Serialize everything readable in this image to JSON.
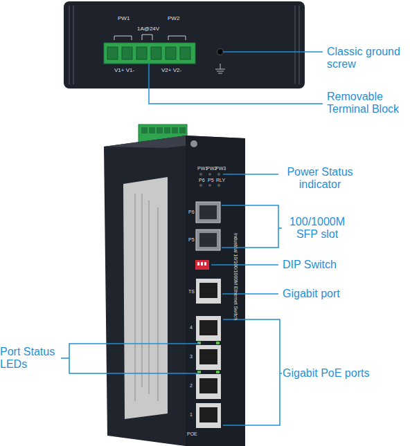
{
  "diagram": {
    "labels": [
      "PW1",
      "1A@24V",
      "PW2",
      "V1+ V1-",
      "V2+ V2-",
      "Classic ground screw",
      "Removable Terminal Block",
      "PW1",
      "PW2",
      "PW3",
      "P6",
      "P5",
      "RLY",
      "P6",
      "P5",
      "TS",
      "4",
      "3",
      "2",
      "1",
      "POE",
      "Industrial 10/100/1000M Ethernet Switch",
      "Power Status indicator",
      "100/1000M SFP slot",
      "DIP Switch",
      "Gigabit port",
      "Port Status LEDs",
      "Gigabit PoE ports"
    ]
  }
}
